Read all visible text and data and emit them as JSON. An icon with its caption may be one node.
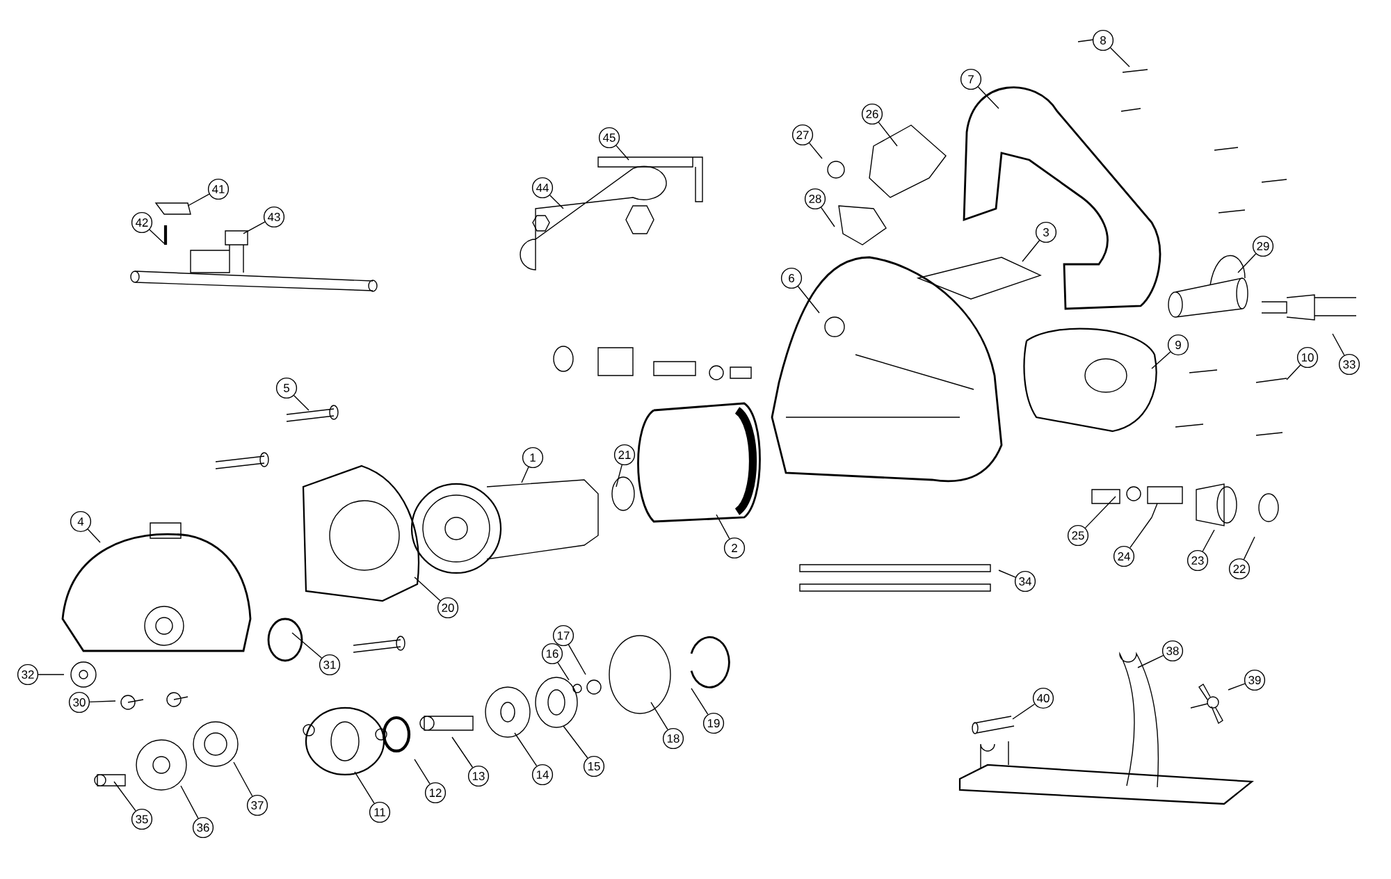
{
  "diagram": {
    "nodes": [
      {
        "text": [
          "1"
        ]
      },
      {
        "text": [
          "2"
        ]
      },
      {
        "text": [
          "3"
        ]
      },
      {
        "text": [
          "4"
        ]
      },
      {
        "text": [
          "5"
        ]
      },
      {
        "text": [
          "6"
        ]
      },
      {
        "text": [
          "7"
        ]
      },
      {
        "text": [
          "8"
        ]
      },
      {
        "text": [
          "9"
        ]
      },
      {
        "text": [
          "10"
        ]
      },
      {
        "text": [
          "11"
        ]
      },
      {
        "text": [
          "12"
        ]
      },
      {
        "text": [
          "13"
        ]
      },
      {
        "text": [
          "14"
        ]
      },
      {
        "text": [
          "15"
        ]
      },
      {
        "text": [
          "16"
        ]
      },
      {
        "text": [
          "17"
        ]
      },
      {
        "text": [
          "18"
        ]
      },
      {
        "text": [
          "19"
        ]
      },
      {
        "text": [
          "20"
        ]
      },
      {
        "text": [
          "21"
        ]
      },
      {
        "text": [
          "22"
        ]
      },
      {
        "text": [
          "23"
        ]
      },
      {
        "text": [
          "24"
        ]
      },
      {
        "text": [
          "25"
        ]
      },
      {
        "text": [
          "26"
        ]
      },
      {
        "text": [
          "27"
        ]
      },
      {
        "text": [
          "28"
        ]
      },
      {
        "text": [
          "29"
        ]
      },
      {
        "text": [
          "30"
        ]
      },
      {
        "text": [
          "31"
        ]
      },
      {
        "text": [
          "32"
        ]
      },
      {
        "text": [
          "33"
        ]
      },
      {
        "text": [
          "34"
        ]
      },
      {
        "text": [
          "35"
        ]
      },
      {
        "text": [
          "36"
        ]
      },
      {
        "text": [
          "37"
        ]
      },
      {
        "text": [
          "38"
        ]
      },
      {
        "text": [
          "39"
        ]
      },
      {
        "text": [
          "40"
        ]
      },
      {
        "text": [
          "41"
        ]
      },
      {
        "text": [
          "42"
        ]
      },
      {
        "text": [
          "43"
        ]
      },
      {
        "text": [
          "44"
        ]
      },
      {
        "text": [
          "45"
        ]
      }
    ],
    "edges": [
      {
        "from": 0,
        "to": null,
        "arrow": "none"
      },
      {
        "from": 1,
        "to": null,
        "arrow": "none"
      },
      {
        "from": 2,
        "to": null,
        "arrow": "none"
      },
      {
        "from": 3,
        "to": null,
        "arrow": "none"
      },
      {
        "from": 4,
        "to": null,
        "arrow": "none"
      },
      {
        "from": 5,
        "to": null,
        "arrow": "none"
      },
      {
        "from": 6,
        "to": null,
        "arrow": "none"
      },
      {
        "from": 7,
        "to": null,
        "arrow": "none"
      },
      {
        "from": 8,
        "to": null,
        "arrow": "none"
      },
      {
        "from": 9,
        "to": null,
        "arrow": "none"
      },
      {
        "from": 10,
        "to": null,
        "arrow": "none"
      },
      {
        "from": 11,
        "to": null,
        "arrow": "none"
      },
      {
        "from": 12,
        "to": null,
        "arrow": "none"
      },
      {
        "from": 13,
        "to": null,
        "arrow": "none"
      },
      {
        "from": 14,
        "to": null,
        "arrow": "none"
      },
      {
        "from": 15,
        "to": null,
        "arrow": "none"
      },
      {
        "from": 16,
        "to": null,
        "arrow": "none"
      },
      {
        "from": 17,
        "to": null,
        "arrow": "none"
      },
      {
        "from": 18,
        "to": null,
        "arrow": "none"
      },
      {
        "from": 19,
        "to": null,
        "arrow": "none"
      },
      {
        "from": 20,
        "to": null,
        "arrow": "none"
      },
      {
        "from": 21,
        "to": null,
        "arrow": "none"
      },
      {
        "from": 22,
        "to": null,
        "arrow": "none"
      },
      {
        "from": 23,
        "to": null,
        "arrow": "none"
      },
      {
        "from": 24,
        "to": null,
        "arrow": "none"
      },
      {
        "from": 25,
        "to": null,
        "arrow": "none"
      },
      {
        "from": 26,
        "to": null,
        "arrow": "none"
      },
      {
        "from": 27,
        "to": null,
        "arrow": "none"
      },
      {
        "from": 28,
        "to": null,
        "arrow": "none"
      },
      {
        "from": 29,
        "to": null,
        "arrow": "none"
      },
      {
        "from": 30,
        "to": null,
        "arrow": "none"
      },
      {
        "from": 31,
        "to": null,
        "arrow": "none"
      },
      {
        "from": 32,
        "to": null,
        "arrow": "none"
      },
      {
        "from": 33,
        "to": null,
        "arrow": "none"
      },
      {
        "from": 34,
        "to": null,
        "arrow": "none"
      },
      {
        "from": 35,
        "to": null,
        "arrow": "none"
      },
      {
        "from": 36,
        "to": null,
        "arrow": "none"
      },
      {
        "from": 37,
        "to": null,
        "arrow": "none"
      },
      {
        "from": 38,
        "to": null,
        "arrow": "none"
      },
      {
        "from": 39,
        "to": null,
        "arrow": "none"
      },
      {
        "from": 40,
        "to": null,
        "arrow": "none"
      },
      {
        "from": 41,
        "to": null,
        "arrow": "none"
      },
      {
        "from": 42,
        "to": null,
        "arrow": "none"
      },
      {
        "from": 43,
        "to": null,
        "arrow": "none"
      },
      {
        "from": 44,
        "to": null,
        "arrow": "none"
      }
    ]
  }
}
